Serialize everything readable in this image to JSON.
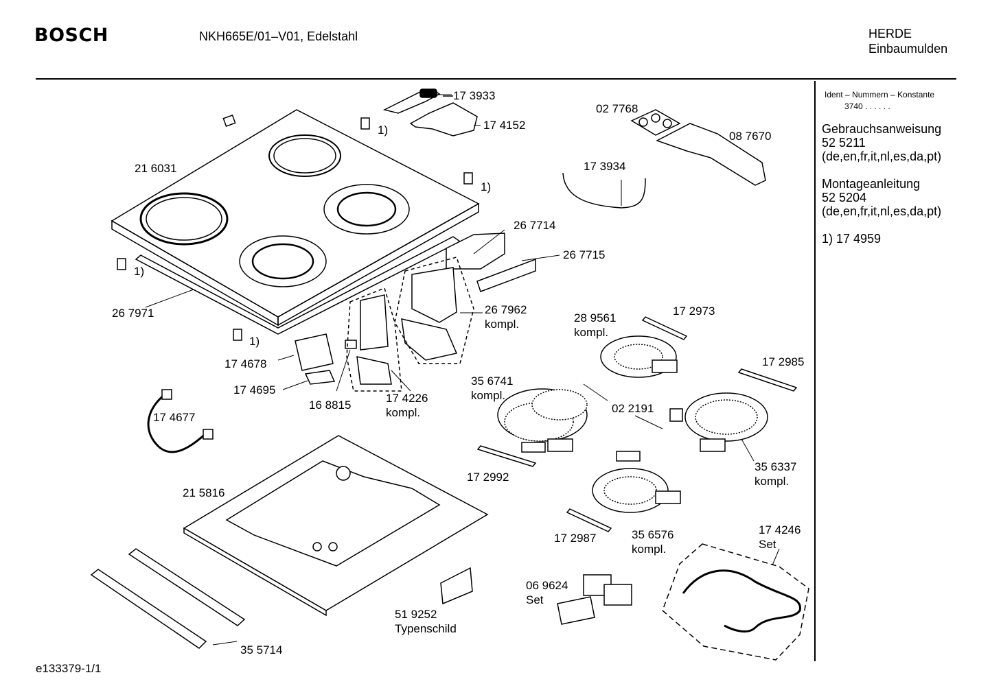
{
  "header": {
    "brand": "BOSCH",
    "model": "NKH665E/01–V01, Edelstahl",
    "category_line1": "HERDE",
    "category_line2": "Einbaumulden"
  },
  "sidebar": {
    "ident_title": "Ident – Nummern – Konstante",
    "ident_value": "3740  .  .  .  .  .  .",
    "docs": [
      {
        "title": "Gebrauchsanweisung",
        "number": "52 5211",
        "langs": "(de,en,fr,it,nl,es,da,pt)"
      },
      {
        "title": "Montageanleitung",
        "number": "52 5204",
        "langs": "(de,en,fr,it,nl,es,da,pt)"
      }
    ],
    "footnote": "1)  17 4959"
  },
  "footer": {
    "drawing_id": "e133379-1/1"
  },
  "parts": {
    "p173933": "17 3933",
    "p174152": "17 4152",
    "fn_a": "1)",
    "fn_b": "1)",
    "fn_c": "1)",
    "fn_d": "1)",
    "p216031": "21 6031",
    "p027768": "02 7768",
    "p087670": "08 7670",
    "p173934": "17 3934",
    "p267714": "26 7714",
    "p267715": "26 7715",
    "p267971": "26 7971",
    "p267962": "26 7962",
    "p267962_sub": "kompl.",
    "p289561": "28 9561",
    "p289561_sub": "kompl.",
    "p172973": "17 2973",
    "p174678": "17 4678",
    "p174695": "17 4695",
    "p168815": "16 8815",
    "p174226": "17 4226",
    "p174226_sub": "kompl.",
    "p172985": "17 2985",
    "p356741": "35 6741",
    "p356741_sub": "kompl.",
    "p022191": "02 2191",
    "p174677": "17 4677",
    "p356337": "35 6337",
    "p356337_sub": "kompl.",
    "p172992": "17 2992",
    "p215816": "21 5816",
    "p174246": "17 4246",
    "p174246_sub": "Set",
    "p172987": "17 2987",
    "p356576": "35 6576",
    "p356576_sub": "kompl.",
    "p069624": "06 9624",
    "p069624_sub": "Set",
    "p519252": "51 9252",
    "p519252_sub": "Typenschild",
    "p355714": "35 5714"
  }
}
